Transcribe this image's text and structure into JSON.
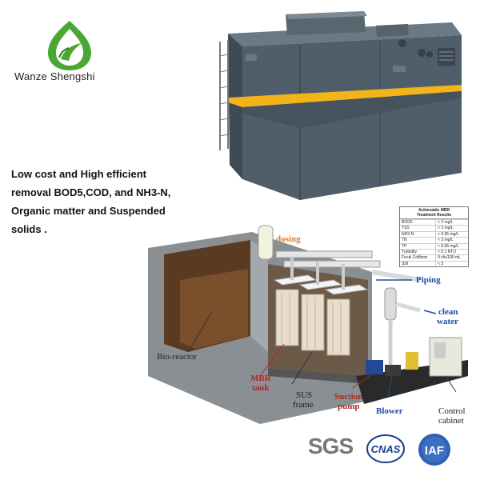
{
  "brand": {
    "name": "Wanze Shengshi"
  },
  "tagline": {
    "lines": [
      "Low cost and High efficient",
      "removal BOD5,COD, and NH3-N,",
      "Organic matter and Suspended",
      "solids ."
    ]
  },
  "results_table": {
    "title_line1": "Achievable MBR",
    "title_line2": "Treatment Results",
    "rows": [
      {
        "param": "BOD5",
        "value": "< 2 mg/L"
      },
      {
        "param": "TSS",
        "value": "< 2 mg/L"
      },
      {
        "param": "NH3-N",
        "value": "< 0.05 mg/L"
      },
      {
        "param": "TN",
        "value": "< 3 mg/L"
      },
      {
        "param": "TP",
        "value": "< 0.05 mg/L"
      },
      {
        "param": "Turbidity",
        "value": "< 0.1 NTU"
      },
      {
        "param": "Fecal Coliform",
        "value": "0 cfu/100 mL"
      },
      {
        "param": "SDI",
        "value": "< 3"
      }
    ]
  },
  "diagram_labels": {
    "dosing": "dosing",
    "piping": "Piping",
    "clean_water_1": "clean",
    "clean_water_2": "water",
    "bioreactor": "Bio-reactor",
    "mbr_tank_1": "MBR",
    "mbr_tank_2": "tank",
    "sus_frame_1": "SUS",
    "sus_frame_2": "frame",
    "suction_pump_1": "Suction",
    "suction_pump_2": "pump",
    "blower": "Blower",
    "control_cabinet_1": "Control",
    "control_cabinet_2": "cabinet"
  },
  "certifications": {
    "sgs": "SGS",
    "cnas": "CNAS",
    "iaf": "IAF"
  },
  "colors": {
    "tank_body": "#4f5e6a",
    "tank_stripe": "#f2b418",
    "logo_green": "#4aa832"
  }
}
